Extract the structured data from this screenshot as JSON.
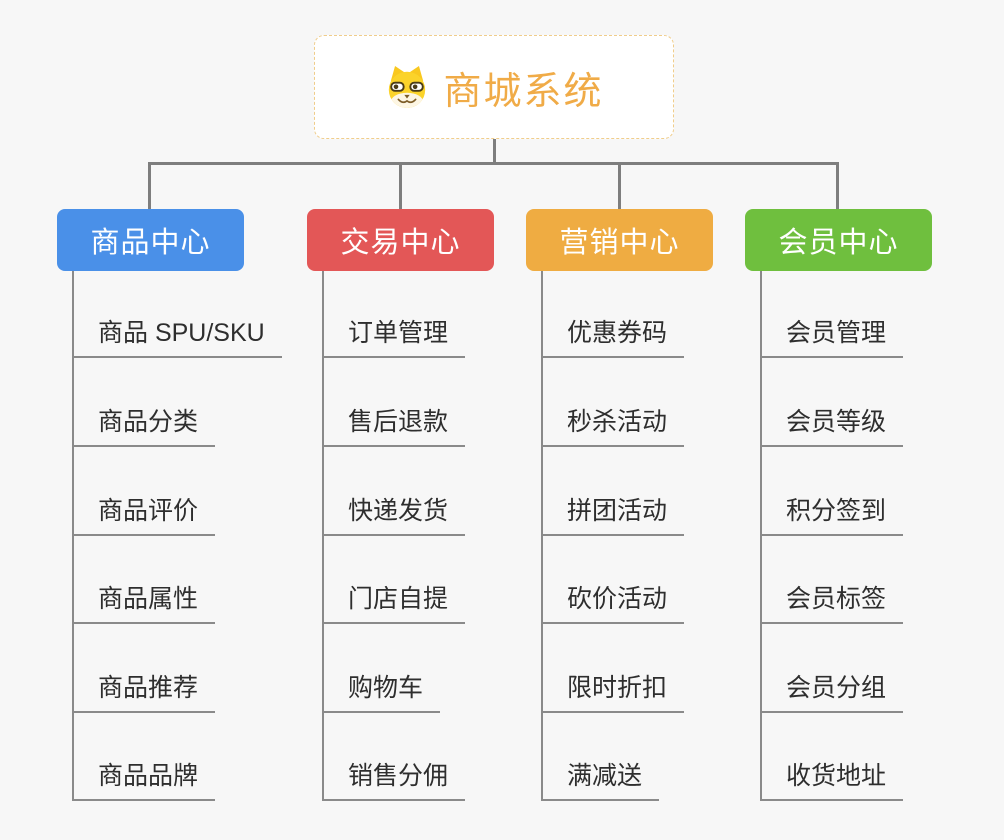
{
  "root": {
    "title": "商城系统",
    "icon": "doge-icon",
    "title_color": "#f0ab47",
    "border_color": "#f0cd8b",
    "background": "#ffffff"
  },
  "branches": [
    {
      "label": "商品中心",
      "color": "#4a90e8",
      "items": [
        "商品 SPU/SKU",
        "商品分类",
        "商品评价",
        "商品属性",
        "商品推荐",
        "商品品牌"
      ]
    },
    {
      "label": "交易中心",
      "color": "#e35757",
      "items": [
        "订单管理",
        "售后退款",
        "快递发货",
        "门店自提",
        "购物车",
        "销售分佣"
      ]
    },
    {
      "label": "营销中心",
      "color": "#efac42",
      "items": [
        "优惠券码",
        "秒杀活动",
        "拼团活动",
        "砍价活动",
        "限时折扣",
        "满减送"
      ]
    },
    {
      "label": "会员中心",
      "color": "#6fbf3e",
      "items": [
        "会员管理",
        "会员等级",
        "积分签到",
        "会员标签",
        "会员分组",
        "收货地址"
      ]
    }
  ],
  "colors": {
    "background": "#f7f7f7",
    "connector": "#7e7e7e",
    "leaf_line": "#8a8a8a",
    "leaf_text": "#2e2e2e"
  }
}
